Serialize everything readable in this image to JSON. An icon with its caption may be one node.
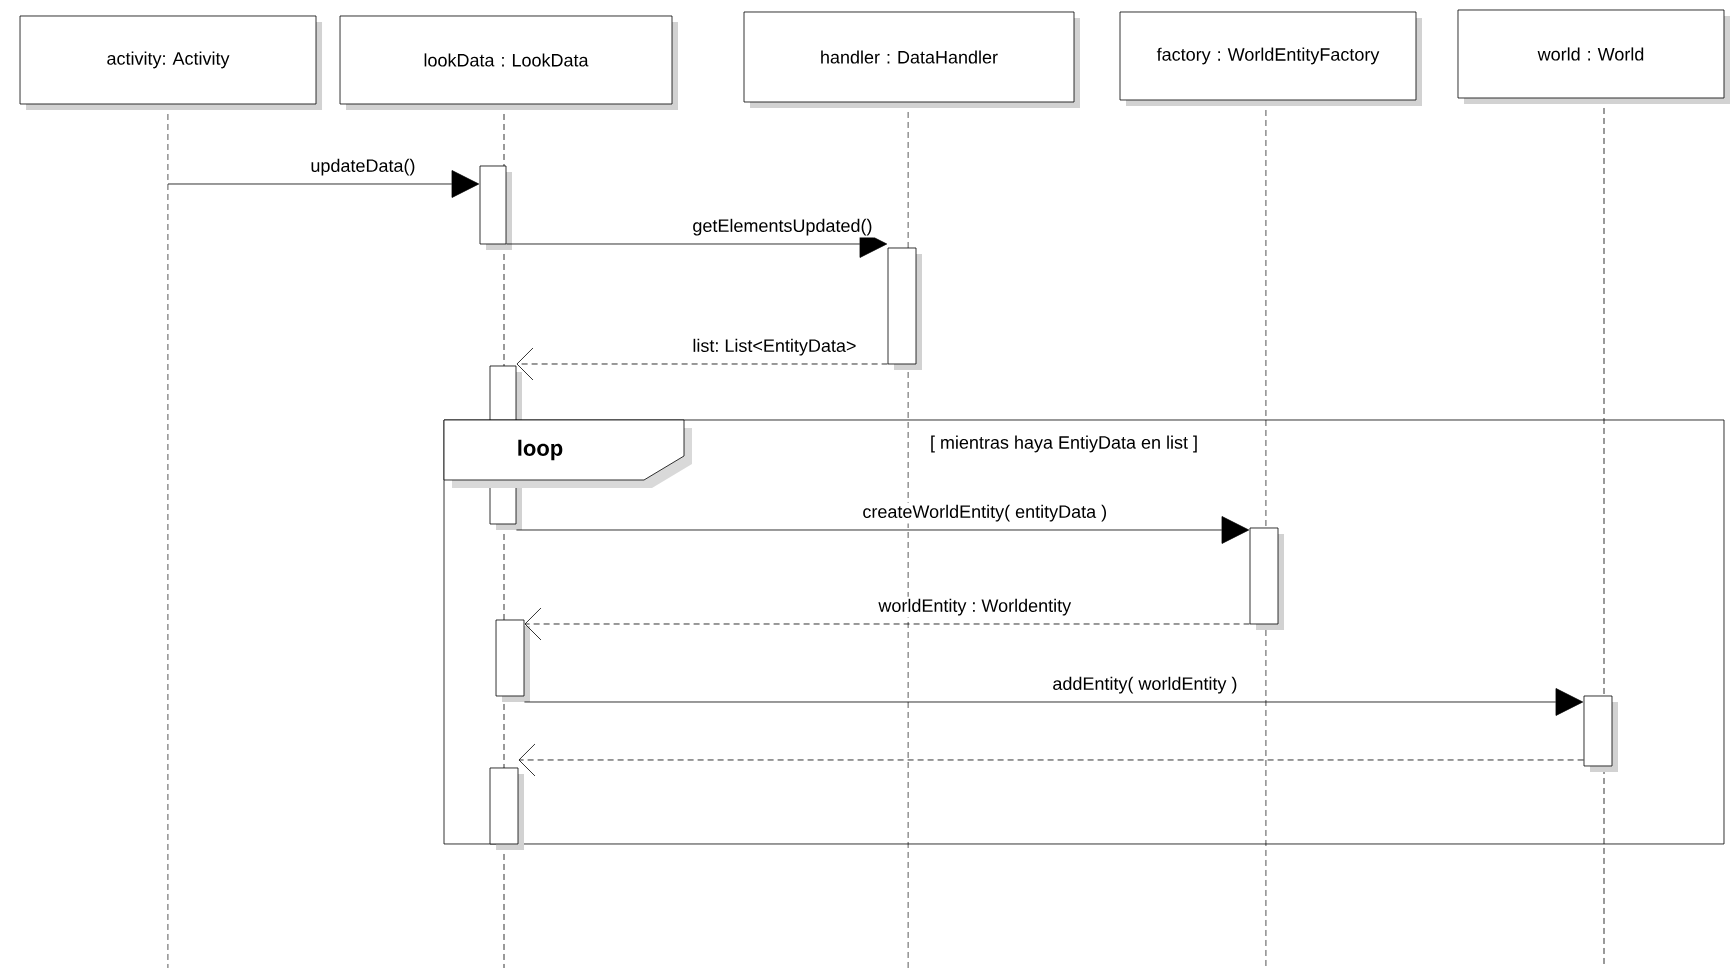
{
  "diagram": {
    "nodes": [
      {
        "text": [
          "activity: Activity"
        ]
      },
      {
        "text": [
          "lookData : LookData"
        ]
      },
      {
        "text": [
          "handler : DataHandler"
        ]
      },
      {
        "text": [
          "factory : WorldEntityFactory"
        ]
      },
      {
        "text": [
          "world : World"
        ]
      },
      {
        "text": [],
        "shape": "bar"
      },
      {
        "text": [],
        "shape": "bar"
      },
      {
        "text": [],
        "shape": "bar"
      },
      {
        "text": [
          "loop",
          "[ mientras haya EntiyData en list ]"
        ]
      },
      {
        "text": [],
        "shape": "bar",
        "in": 8
      },
      {
        "text": [],
        "shape": "bar",
        "in": 8
      },
      {
        "text": [],
        "shape": "bar",
        "in": 8
      },
      {
        "text": [],
        "shape": "bar",
        "in": 8
      }
    ],
    "edges": [
      {
        "from": null,
        "to": 5,
        "arrow": "to",
        "label": "updateData()"
      },
      {
        "from": 5,
        "to": 6,
        "arrow": "to",
        "label": "getElementsUpdated()"
      },
      {
        "from": 6,
        "to": 7,
        "arrow": "to",
        "label": "list: List<EntityData>",
        "style": "dashed"
      },
      {
        "from": 7,
        "to": 9,
        "arrow": "to",
        "label": "createWorldEntity( entityData )"
      },
      {
        "from": 9,
        "to": 10,
        "arrow": "to",
        "label": "worldEntity : Worldentity",
        "style": "dashed"
      },
      {
        "from": 10,
        "to": 11,
        "arrow": "to",
        "label": "addEntity( worldEntity )"
      },
      {
        "from": 11,
        "to": 12,
        "arrow": "to",
        "style": "dashed"
      }
    ]
  }
}
